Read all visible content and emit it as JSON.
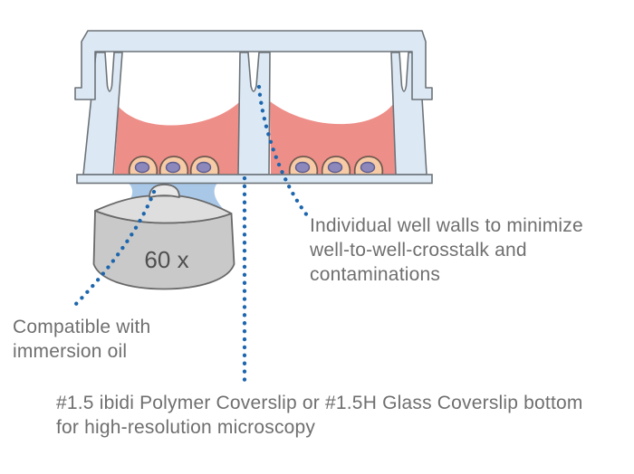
{
  "labels": {
    "objective_magnification": "60 x",
    "immersion_oil": {
      "line1": "Compatible with",
      "line2": "immersion oil"
    },
    "well_walls": {
      "line1": "Individual well walls to minimize",
      "line2": "well-to-well-crosstalk and",
      "line3": "contaminations"
    },
    "coverslip": {
      "line1": "#1.5 ibidi Polymer Coverslip or #1.5H Glass Coverslip bottom",
      "line2": "for high-resolution microscopy"
    }
  },
  "colors": {
    "background": "#ffffff",
    "plate_fill": "#dce9f5",
    "plate_outline": "#6d7378",
    "medium_fill": "#ee8e88",
    "cell_fill": "#f6cba6",
    "cell_outline": "#6f5a50",
    "nucleus_fill": "#8d88bb",
    "nucleus_outline": "#5d5d90",
    "objective_body": "#c9c9c9",
    "objective_top": "#dedede",
    "objective_lens": "#e9e9e9",
    "objective_outline": "#696969",
    "objective_label_text": "#4f4f4f",
    "immersion_oil_fill": "#a9c8e8",
    "leader_dots": "#1d66ad",
    "annotation_text": "#6f6f6f"
  },
  "figure": {
    "wells_shown": 2,
    "cells_per_well": 3
  }
}
